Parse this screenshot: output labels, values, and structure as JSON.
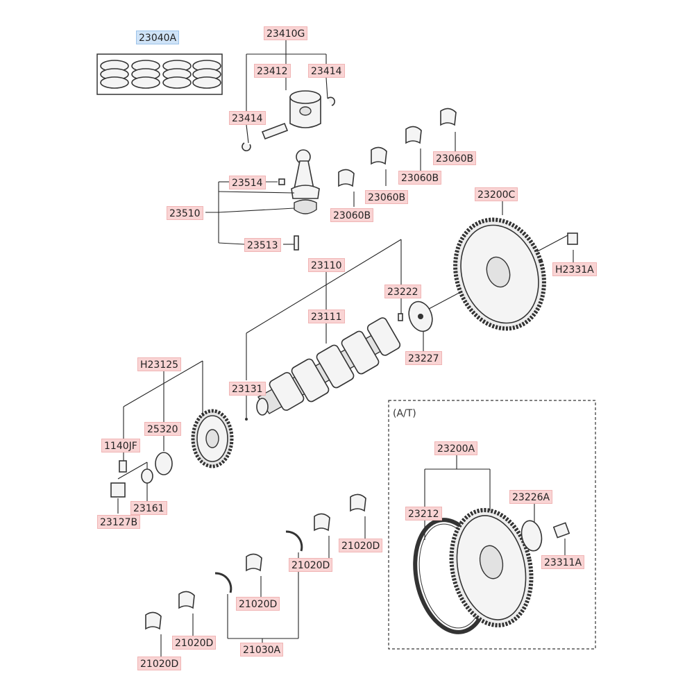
{
  "assembly_note": "(A/T)",
  "parts": [
    {
      "id": "p1",
      "code": "23040A",
      "highlight": true
    },
    {
      "id": "p2",
      "code": "23410G"
    },
    {
      "id": "p3",
      "code": "23412"
    },
    {
      "id": "p4",
      "code": "23414"
    },
    {
      "id": "p5",
      "code": "23414"
    },
    {
      "id": "p6",
      "code": "23060B"
    },
    {
      "id": "p7",
      "code": "23060B"
    },
    {
      "id": "p8",
      "code": "23060B"
    },
    {
      "id": "p9",
      "code": "23060B"
    },
    {
      "id": "p10",
      "code": "23514"
    },
    {
      "id": "p11",
      "code": "23510"
    },
    {
      "id": "p12",
      "code": "23513"
    },
    {
      "id": "p13",
      "code": "23200C"
    },
    {
      "id": "p14",
      "code": "H2331A"
    },
    {
      "id": "p15",
      "code": "23110"
    },
    {
      "id": "p16",
      "code": "23222"
    },
    {
      "id": "p17",
      "code": "23111"
    },
    {
      "id": "p18",
      "code": "23227"
    },
    {
      "id": "p19",
      "code": "H23125"
    },
    {
      "id": "p20",
      "code": "23131"
    },
    {
      "id": "p21",
      "code": "25320"
    },
    {
      "id": "p22",
      "code": "1140JF"
    },
    {
      "id": "p23",
      "code": "23161"
    },
    {
      "id": "p24",
      "code": "23127B"
    },
    {
      "id": "p25",
      "code": "23200A"
    },
    {
      "id": "p26",
      "code": "23212"
    },
    {
      "id": "p27",
      "code": "23226A"
    },
    {
      "id": "p28",
      "code": "23311A"
    },
    {
      "id": "p29",
      "code": "21020D"
    },
    {
      "id": "p30",
      "code": "21020D"
    },
    {
      "id": "p31",
      "code": "21020D"
    },
    {
      "id": "p32",
      "code": "21020D"
    },
    {
      "id": "p33",
      "code": "21020D"
    },
    {
      "id": "p34",
      "code": "21030A"
    }
  ]
}
